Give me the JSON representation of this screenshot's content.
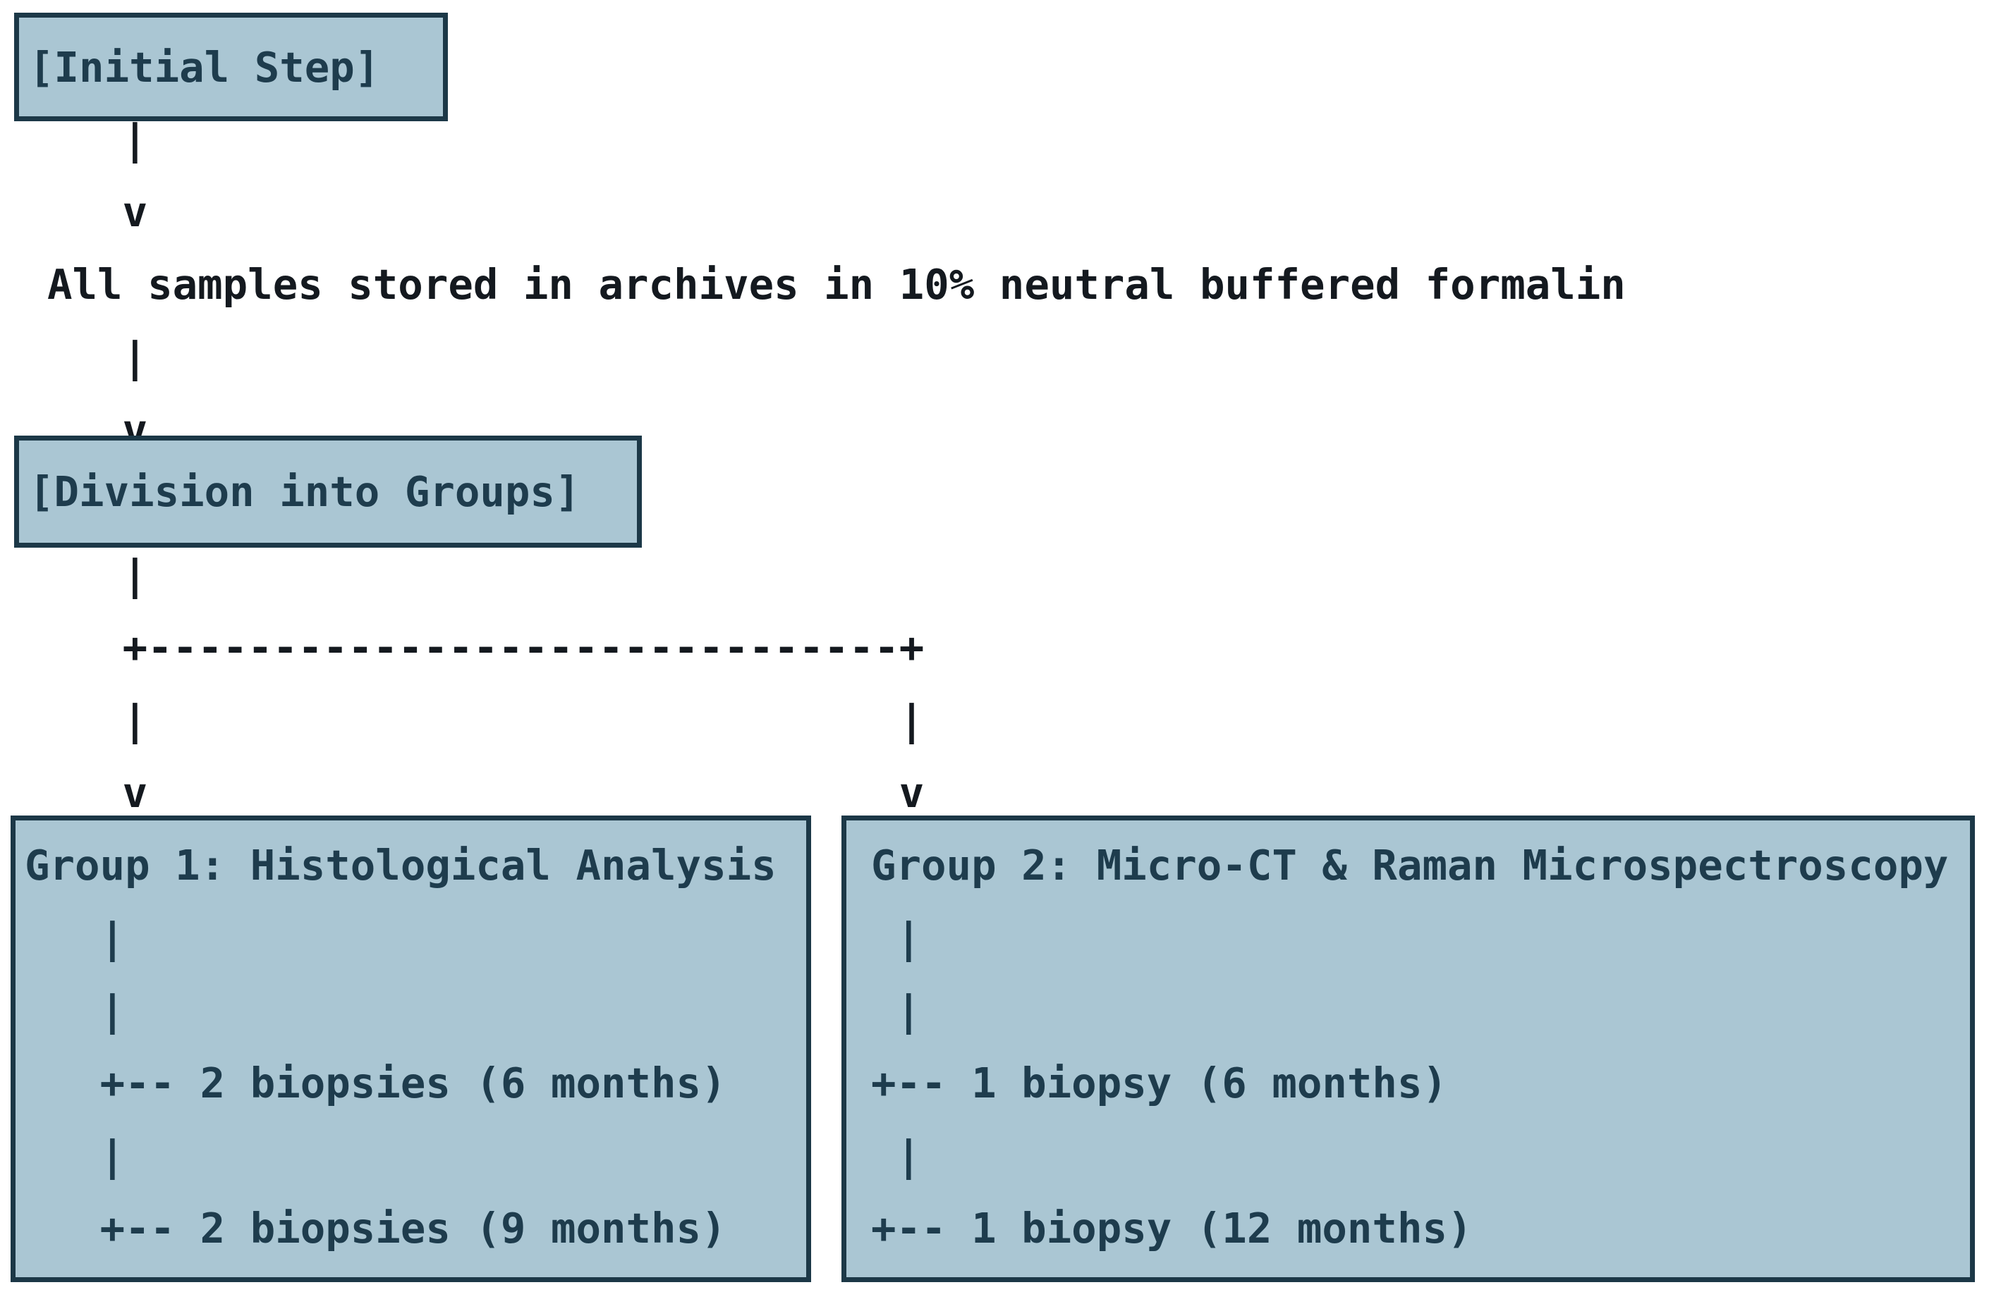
{
  "colors": {
    "background": "#ffffff",
    "box_fill": "#aac6d3",
    "box_border": "#1c3847",
    "box_text": "#1e3c4d",
    "connector_text": "#14191f"
  },
  "flow": {
    "initial_box_label": "[Initial Step]",
    "connector_down_1": "   |\n   v",
    "storage_note": "All samples stored in archives in 10% neutral buffered formalin",
    "connector_down_2": "   |\n   v",
    "division_box_label": "[Division into Groups]",
    "branch_connector": "   |\n   +------------------------------+\n   |                              |\n   v                              v",
    "group1_content": "Group 1: Histological Analysis\n   |\n   |\n   +-- 2 biopsies (6 months)\n   |\n   +-- 2 biopsies (9 months)",
    "group2_content": "Group 2: Micro-CT & Raman Microspectroscopy\n |\n |\n+-- 1 biopsy (6 months)\n |\n+-- 1 biopsy (12 months)"
  },
  "nodes": {
    "initial_step": "[Initial Step]",
    "storage_note": "All samples stored in archives in 10% neutral buffered formalin",
    "division": "[Division into Groups]",
    "group1": {
      "title": "Group 1: Histological Analysis",
      "branches": [
        "2 biopsies (6 months)",
        "2 biopsies (9 months)"
      ]
    },
    "group2": {
      "title": "Group 2: Micro-CT & Raman Microspectroscopy",
      "branches": [
        "1 biopsy (6 months)",
        "1 biopsy (12 months)"
      ]
    }
  }
}
